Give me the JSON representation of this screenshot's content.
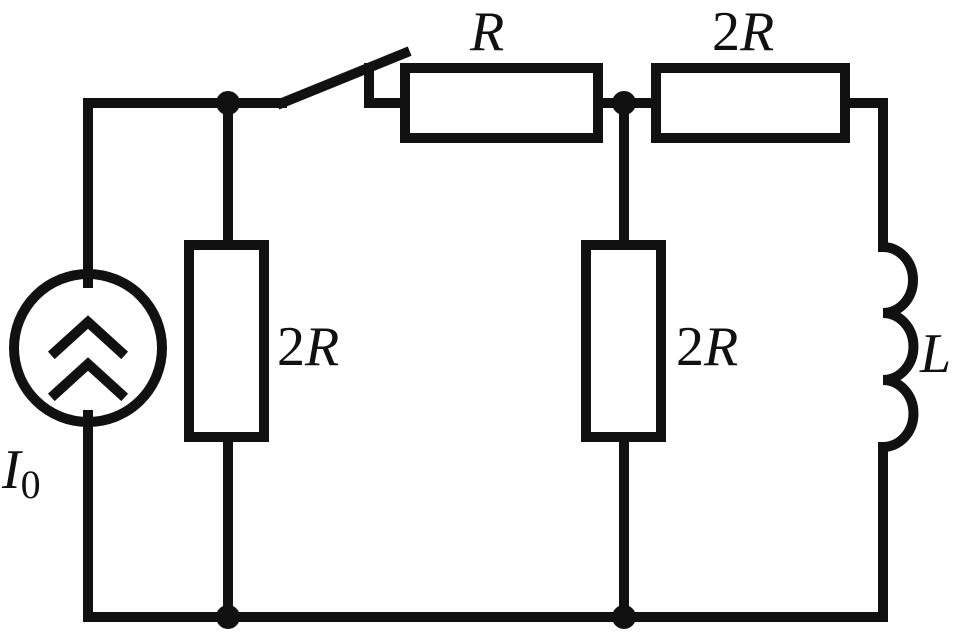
{
  "diagram": {
    "components": {
      "current_source": {
        "symbol": "I",
        "subscript": "0"
      },
      "resistor_left": {
        "coef": "2",
        "symbol": "R"
      },
      "resistor_top_left": {
        "coef": "",
        "symbol": "R"
      },
      "resistor_top_right": {
        "coef": "2",
        "symbol": "R"
      },
      "resistor_middle": {
        "coef": "2",
        "symbol": "R"
      },
      "inductor": {
        "symbol": "L"
      }
    },
    "colors": {
      "stroke": "#111111",
      "background": "#ffffff"
    }
  }
}
